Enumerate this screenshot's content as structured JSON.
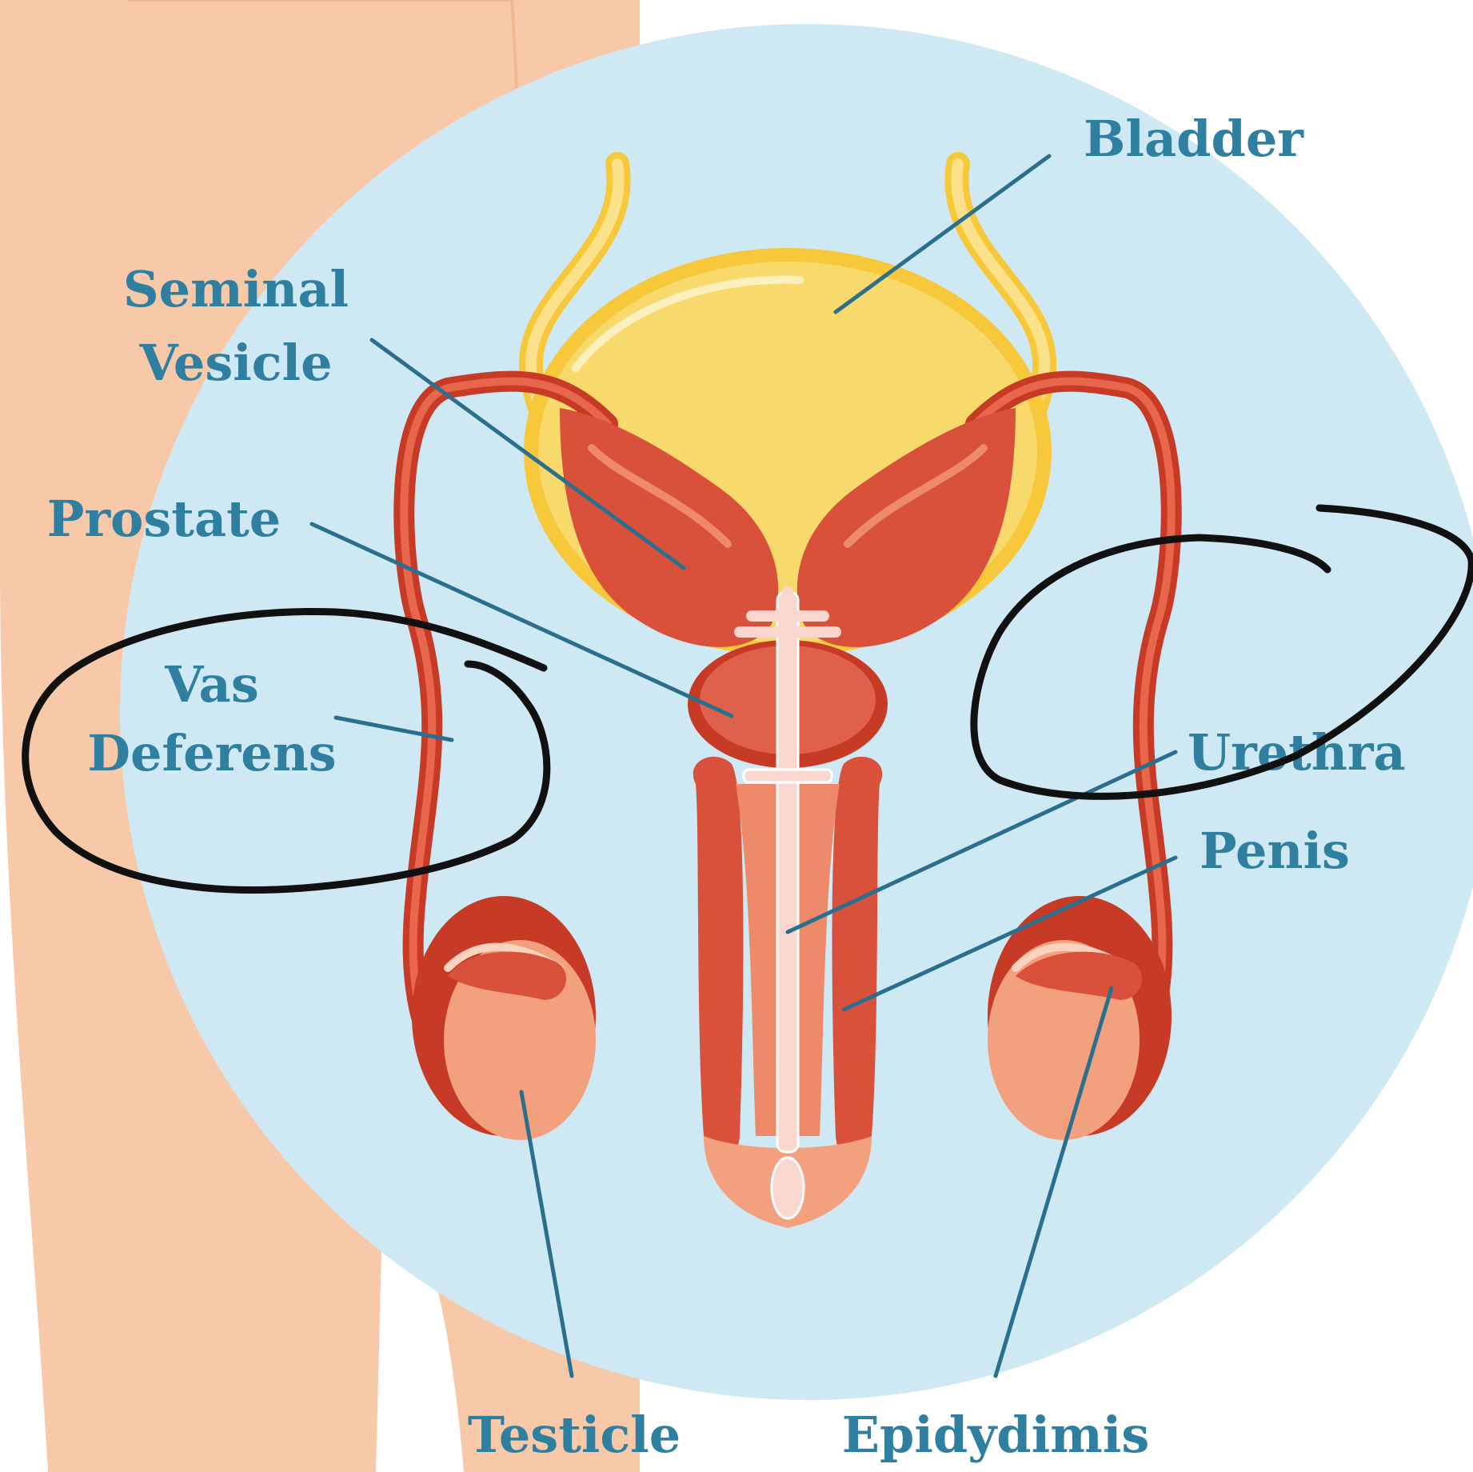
{
  "colors": {
    "background": "#ffffff",
    "skin": "#f7c9a8",
    "circle": "#cfe9f4",
    "bladder": "#f8d96b",
    "bladder_outline": "#f6c83a",
    "organ": "#d9513a",
    "organ_light": "#ee8a6a",
    "urethra": "#f9d7cf",
    "label": "#2f7fa0",
    "leader_line": "#2b6f8e",
    "annotation": "#111111"
  },
  "labels": {
    "bladder": "Bladder",
    "seminal_line1": "Seminal",
    "seminal_line2": "Vesicle",
    "prostate": "Prostate",
    "vas_line1": "Vas",
    "vas_line2": "Deferens",
    "urethra": "Urethra",
    "penis": "Penis",
    "testicle": "Testicle",
    "epididymis": "Epidydimis"
  },
  "annotations": [
    {
      "type": "hand-drawn-circle",
      "encloses": "Vas Deferens"
    },
    {
      "type": "hand-drawn-circle",
      "encloses": "vas-deferens-right"
    }
  ]
}
